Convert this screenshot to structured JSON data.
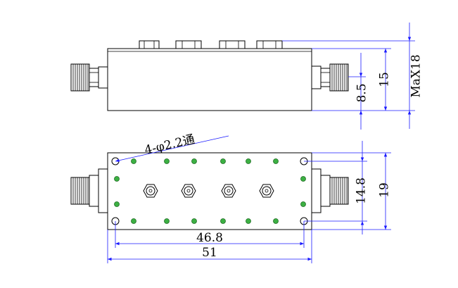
{
  "colors": {
    "outline": "#000000",
    "dimension_line": "#1a1aff",
    "screw_fill": "#3cb043",
    "background": "#ffffff"
  },
  "annotations": {
    "hole_note": "4-φ2.2通",
    "dim_max_height": "MaX18",
    "dim_body_height": "15",
    "dim_connector_height": "8.5",
    "dim_hole_pitch_v": "14.8",
    "dim_width": "19",
    "dim_hole_pitch_h": "46.8",
    "dim_length": "51"
  }
}
